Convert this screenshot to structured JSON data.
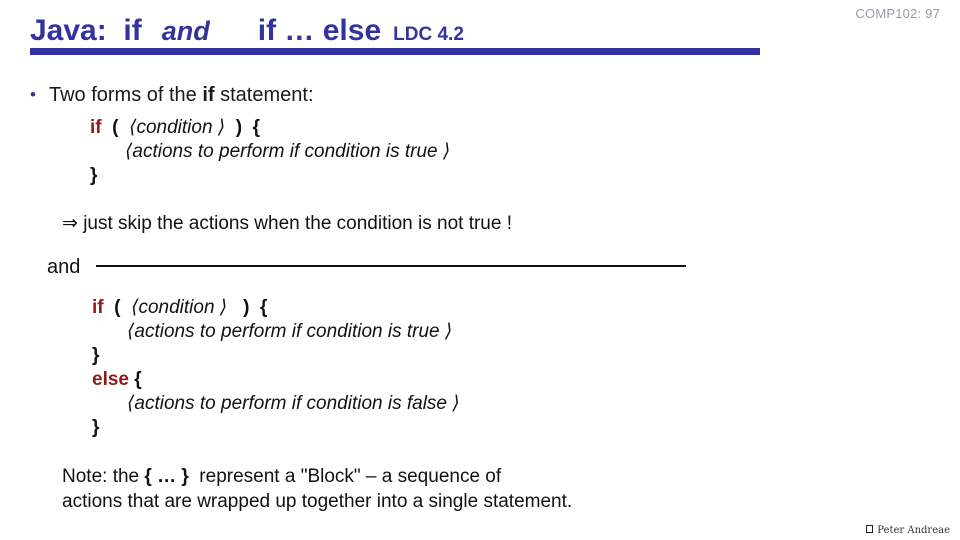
{
  "header": {
    "course_label": "COMP102: 97"
  },
  "title": {
    "part1": "Java:  if",
    "part2": "and",
    "part3": "if … else",
    "part4": "LDC 4.2"
  },
  "bullet": {
    "marker": "•",
    "pre": "Two forms of the ",
    "keyword": "if",
    "post": " statement:"
  },
  "code1": {
    "kw_if": "if",
    "open": "  (  ",
    "cond": "⟨condition ⟩",
    "close": "  )  {",
    "actions_true": "⟨actions to perform if condition is true ⟩",
    "brace_close": "}"
  },
  "implication": "⇒ just skip the actions when the condition is not true !",
  "separator": {
    "label": "and"
  },
  "code2": {
    "kw_if": "if",
    "open": "  (  ",
    "cond": "⟨condition ⟩",
    "close": "   )  {",
    "actions_true": "⟨actions to perform if condition is true ⟩",
    "brace_close1": "}",
    "kw_else": "else",
    "else_brace": " {",
    "actions_false": "⟨actions to perform if condition is false ⟩",
    "brace_close2": "}"
  },
  "note": {
    "pre": "Note: the ",
    "braces": "{ … }",
    "post": "  represent a \"Block\" – a sequence of",
    "line2": "actions that are wrapped up together into a single statement."
  },
  "footer": {
    "author": "Peter Andreae"
  },
  "colors": {
    "title_blue": "#3333a0",
    "keyword_red": "#8e1b1b",
    "header_gray": "#9999aa"
  }
}
